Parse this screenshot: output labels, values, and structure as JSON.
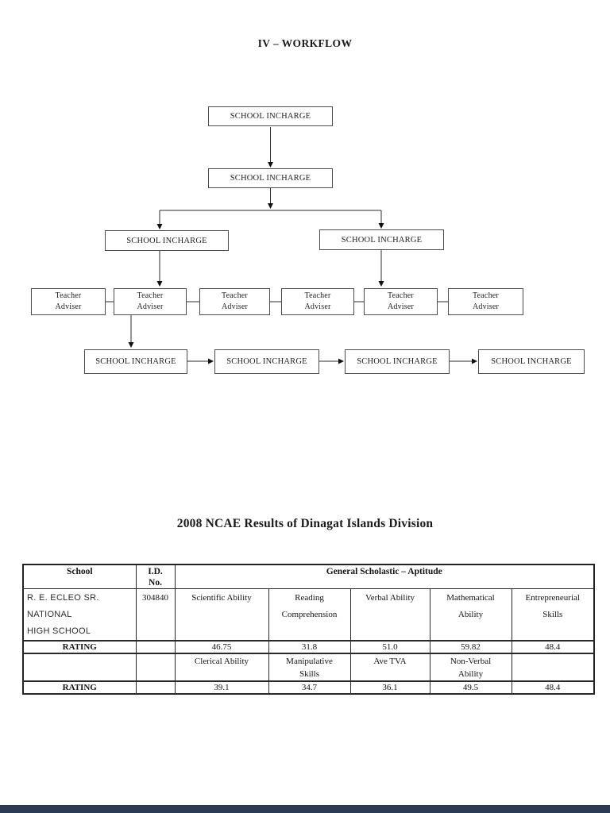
{
  "header": {
    "title": "IV – WORKFLOW"
  },
  "flowchart": {
    "level1": "SCHOOL INCHARGE",
    "level2": "SCHOOL INCHARGE",
    "level3": [
      "SCHOOL INCHARGE",
      "SCHOOL INCHARGE"
    ],
    "teachers": [
      "Teacher\nAdviser",
      "Teacher\nAdviser",
      "Teacher\nAdviser",
      "Teacher\nAdviser",
      "Teacher\nAdviser",
      "Teacher\nAdviser"
    ],
    "level4": [
      "SCHOOL INCHARGE",
      "SCHOOL INCHARGE",
      "SCHOOL INCHARGE",
      "SCHOOL INCHARGE"
    ]
  },
  "results": {
    "title": "2008 NCAE Results of Dinagat Islands Division",
    "table": {
      "col_school": "School",
      "col_id": "I.D.\nNo.",
      "col_group": "General Scholastic – Aptitude",
      "school_name": "R. E. ECLEO SR. NATIONAL\nHIGH SCHOOL",
      "school_id": "304840",
      "rating_label": "RATING",
      "abilities_row1": [
        "Scientific Ability",
        "Reading\nComprehension",
        "Verbal Ability",
        "Mathematical\nAbility",
        "Entrepreneurial\nSkills"
      ],
      "ratings_row1": [
        "46.75",
        "31.8",
        "51.0",
        "59.82",
        "48.4"
      ],
      "abilities_row2": [
        "Clerical Ability",
        "Manipulative\nSkills",
        "Ave TVA",
        "Non-Verbal\nAbility",
        ""
      ],
      "ratings_row2": [
        "39.1",
        "34.7",
        "36.1",
        "49.5",
        "48.4"
      ]
    }
  },
  "viewer": {
    "footer_bar_color": "#2c3a52"
  }
}
